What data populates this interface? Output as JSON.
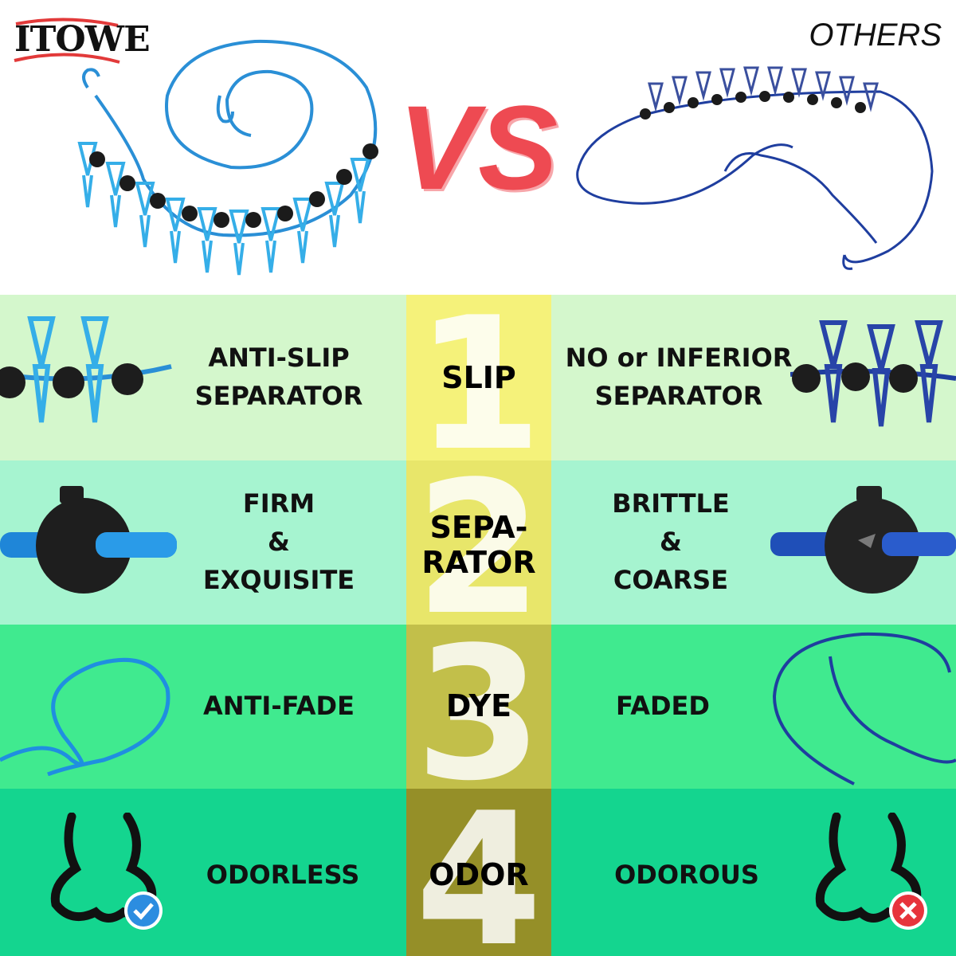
{
  "header": {
    "brand": "ITOWE",
    "others_label": "OTHERS",
    "vs_label": "VS"
  },
  "colors": {
    "vs_red": "#ee4a52",
    "itowe_blue": "#2fa7e0",
    "others_blue": "#1f3e9f",
    "row1_side": "#d4f7cc",
    "row1_mid": "#f5f27a",
    "row2_side": "#a6f4d0",
    "row2_mid": "#e8e66a",
    "row3_side": "#40ea8f",
    "row3_mid": "#c2bf4a",
    "row4_side": "#14d58f",
    "row4_mid": "#958f28",
    "check": "#2c8de0",
    "cross": "#e7343c"
  },
  "rows": [
    {
      "number": "1",
      "category": [
        "SLIP"
      ],
      "left": [
        "ANTI-SLIP",
        "SEPARATOR"
      ],
      "right": [
        "NO or INFERIOR",
        "SEPARATOR"
      ],
      "left_icon": "blue-clips-icon",
      "right_icon": "navy-clips-icon"
    },
    {
      "number": "2",
      "category": [
        "SEPA-",
        "RATOR"
      ],
      "left": [
        "FIRM",
        "&",
        "EXQUISITE"
      ],
      "right": [
        "BRITTLE",
        "&",
        "COARSE"
      ],
      "left_icon": "cord-lock-icon",
      "right_icon": "cord-lock-icon"
    },
    {
      "number": "3",
      "category": [
        "DYE"
      ],
      "left": [
        "ANTI-FADE"
      ],
      "right": [
        "FADED"
      ],
      "left_icon": "rope-loop-icon",
      "right_icon": "rope-loop-icon"
    },
    {
      "number": "4",
      "category": [
        "ODOR"
      ],
      "left": [
        "ODORLESS"
      ],
      "right": [
        "ODOROUS"
      ],
      "left_icon": "nose-check-icon",
      "right_icon": "nose-cross-icon"
    }
  ]
}
